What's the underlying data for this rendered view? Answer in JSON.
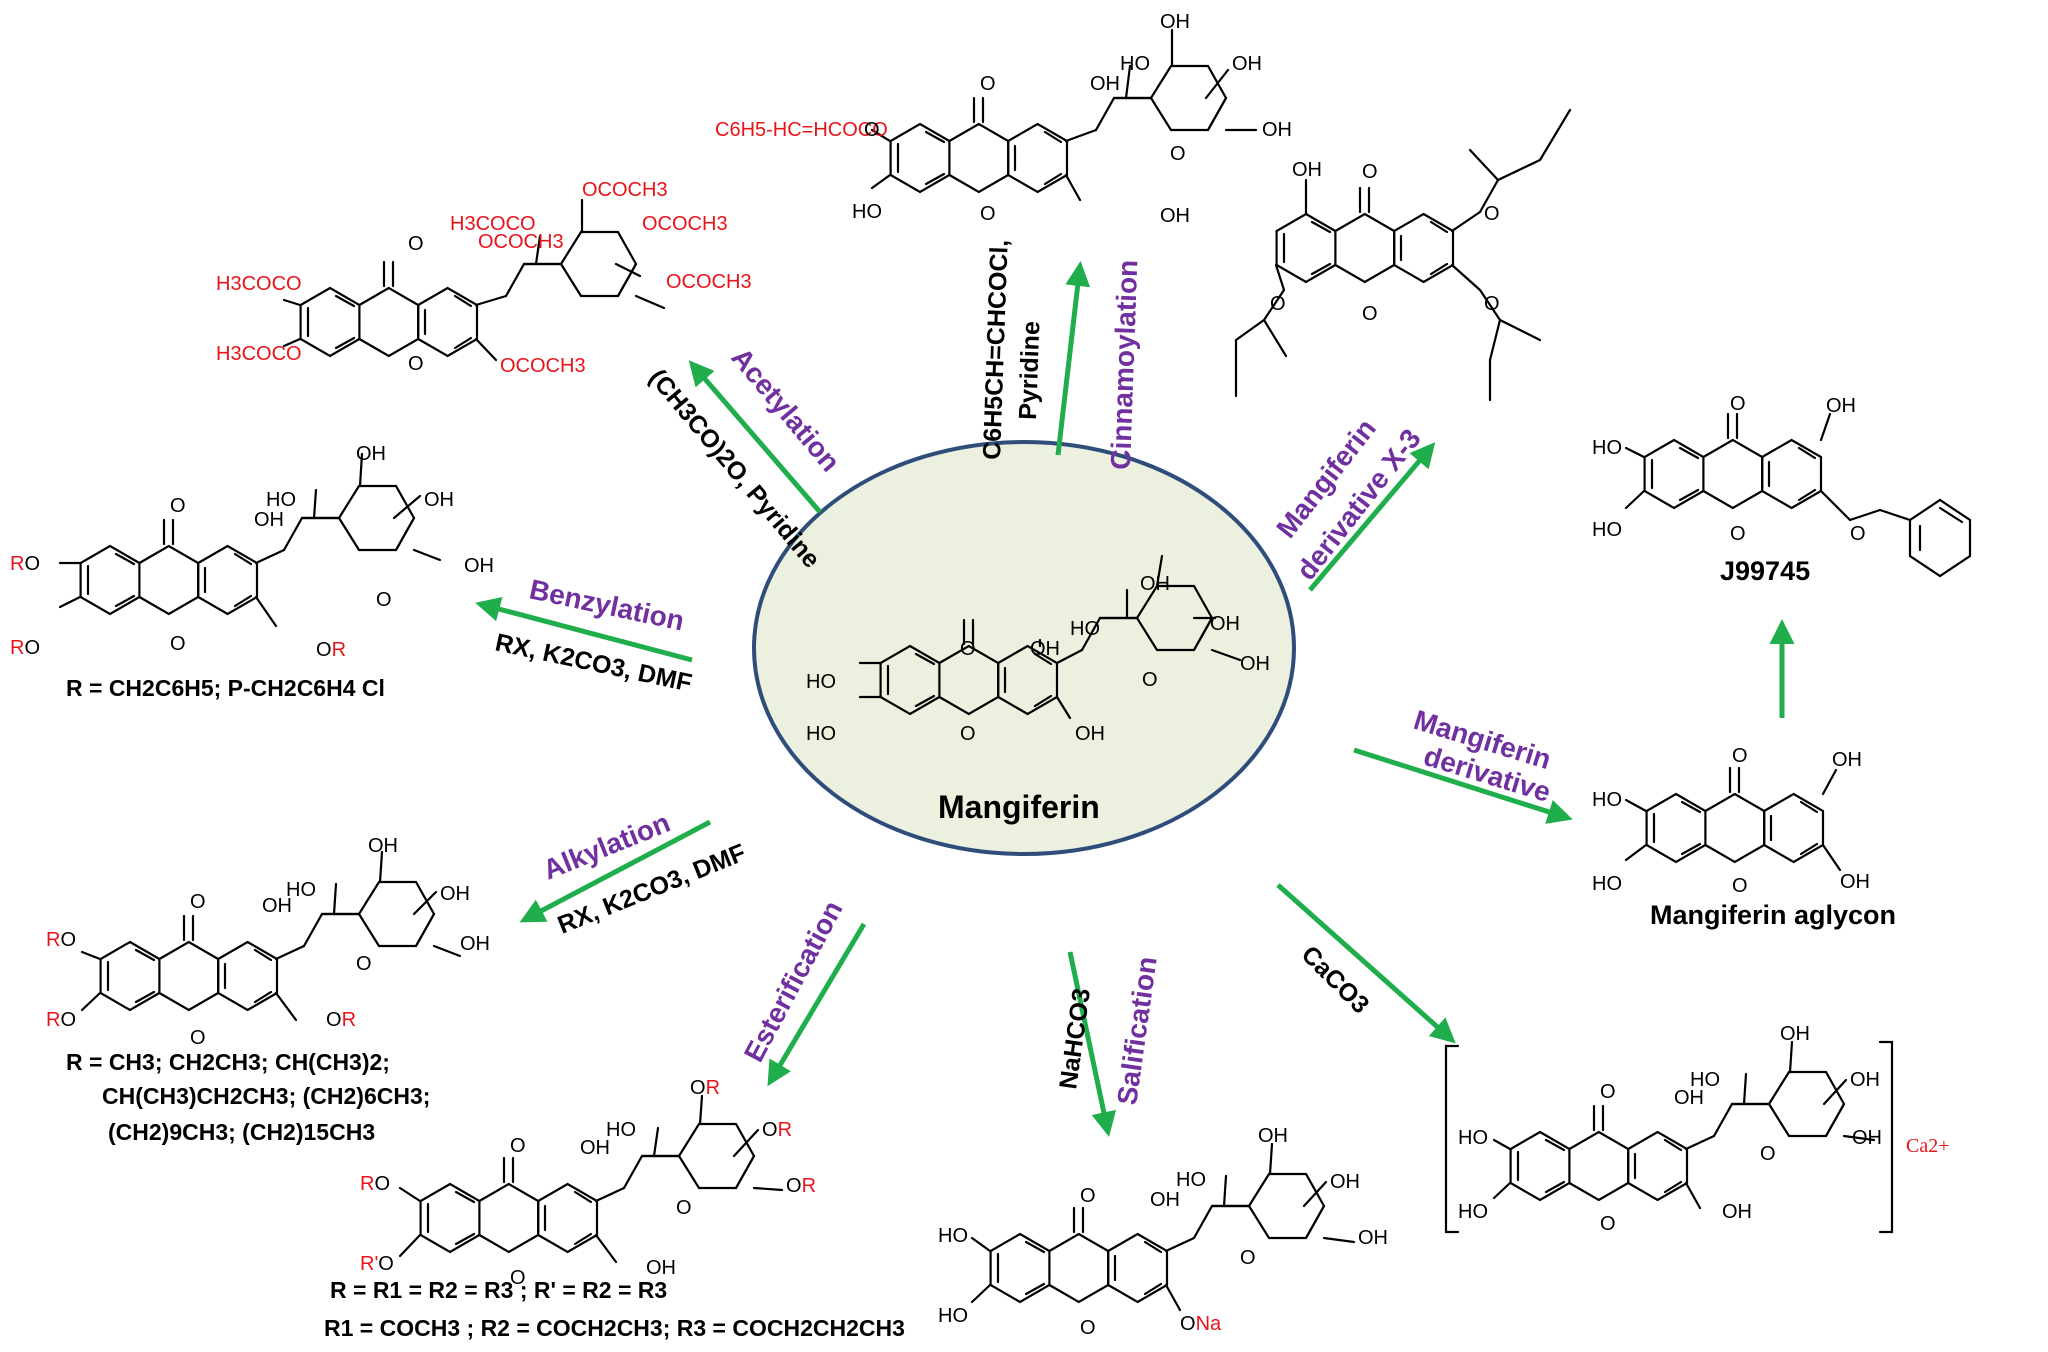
{
  "center": {
    "name": "Mangiferin"
  },
  "reactions": {
    "acetylation": {
      "name": "Acetylation",
      "reagent": "(CH3CO)2O, Pyridine"
    },
    "cinnamoylation": {
      "name": "Cinnamoylation",
      "reagent_line1": "C6H5CH=CHCOCl,",
      "reagent_line2": "Pyridine"
    },
    "x3": {
      "name_line1": "Mangiferin",
      "name_line2": "derivative X-3"
    },
    "benzylation": {
      "name": "Benzylation",
      "reagent": "RX, K2CO3, DMF"
    },
    "derivative": {
      "name_line1": "Mangiferin",
      "name_line2": "derivative"
    },
    "alkylation": {
      "name": "Alkylation",
      "reagent": "RX, K2CO3, DMF"
    },
    "esterification": {
      "name": "Esterification"
    },
    "salification": {
      "name": "Salification",
      "reagent": "NaHCO3"
    },
    "caco3": {
      "reagent": "CaCO3"
    }
  },
  "compounds": {
    "acetylated": {
      "groups": [
        "H3COCO",
        "H3COCO",
        "OCOCH3",
        "OCOCH3",
        "OCOCH3",
        "OCOCH3",
        "H3COCO",
        "OCOCH3"
      ]
    },
    "cinnamoyl": {
      "ester": "C6H5-HC=HCOCO"
    },
    "benzylated": {
      "definition": "R =  CH2C6H5; P-CH2C6H4 Cl"
    },
    "alkylated": {
      "def_line1": "R = CH3; CH2CH3; CH(CH3)2;",
      "def_line2": "CH(CH3)CH2CH3; (CH2)6CH3;",
      "def_line3": "(CH2)9CH3; (CH2)15CH3"
    },
    "esterified": {
      "def_line1": "R = R1 = R2 = R3  ;  R' = R2 = R3",
      "def_line2": "R1 = COCH3 ; R2 = COCH2CH3; R3 = COCH2CH2CH3"
    },
    "aglycon": {
      "name": "Mangiferin aglycon"
    },
    "j99745": {
      "name": "J99745"
    },
    "calcium": {
      "ion": "Ca2+"
    },
    "sodium": {
      "group": "ONa"
    }
  },
  "colors": {
    "arrow": "#1fae4b",
    "reaction_label": "#7030a0",
    "highlight": "#e8141a",
    "center_fill": "#ebf1de",
    "center_border": "#2e4d7a"
  }
}
